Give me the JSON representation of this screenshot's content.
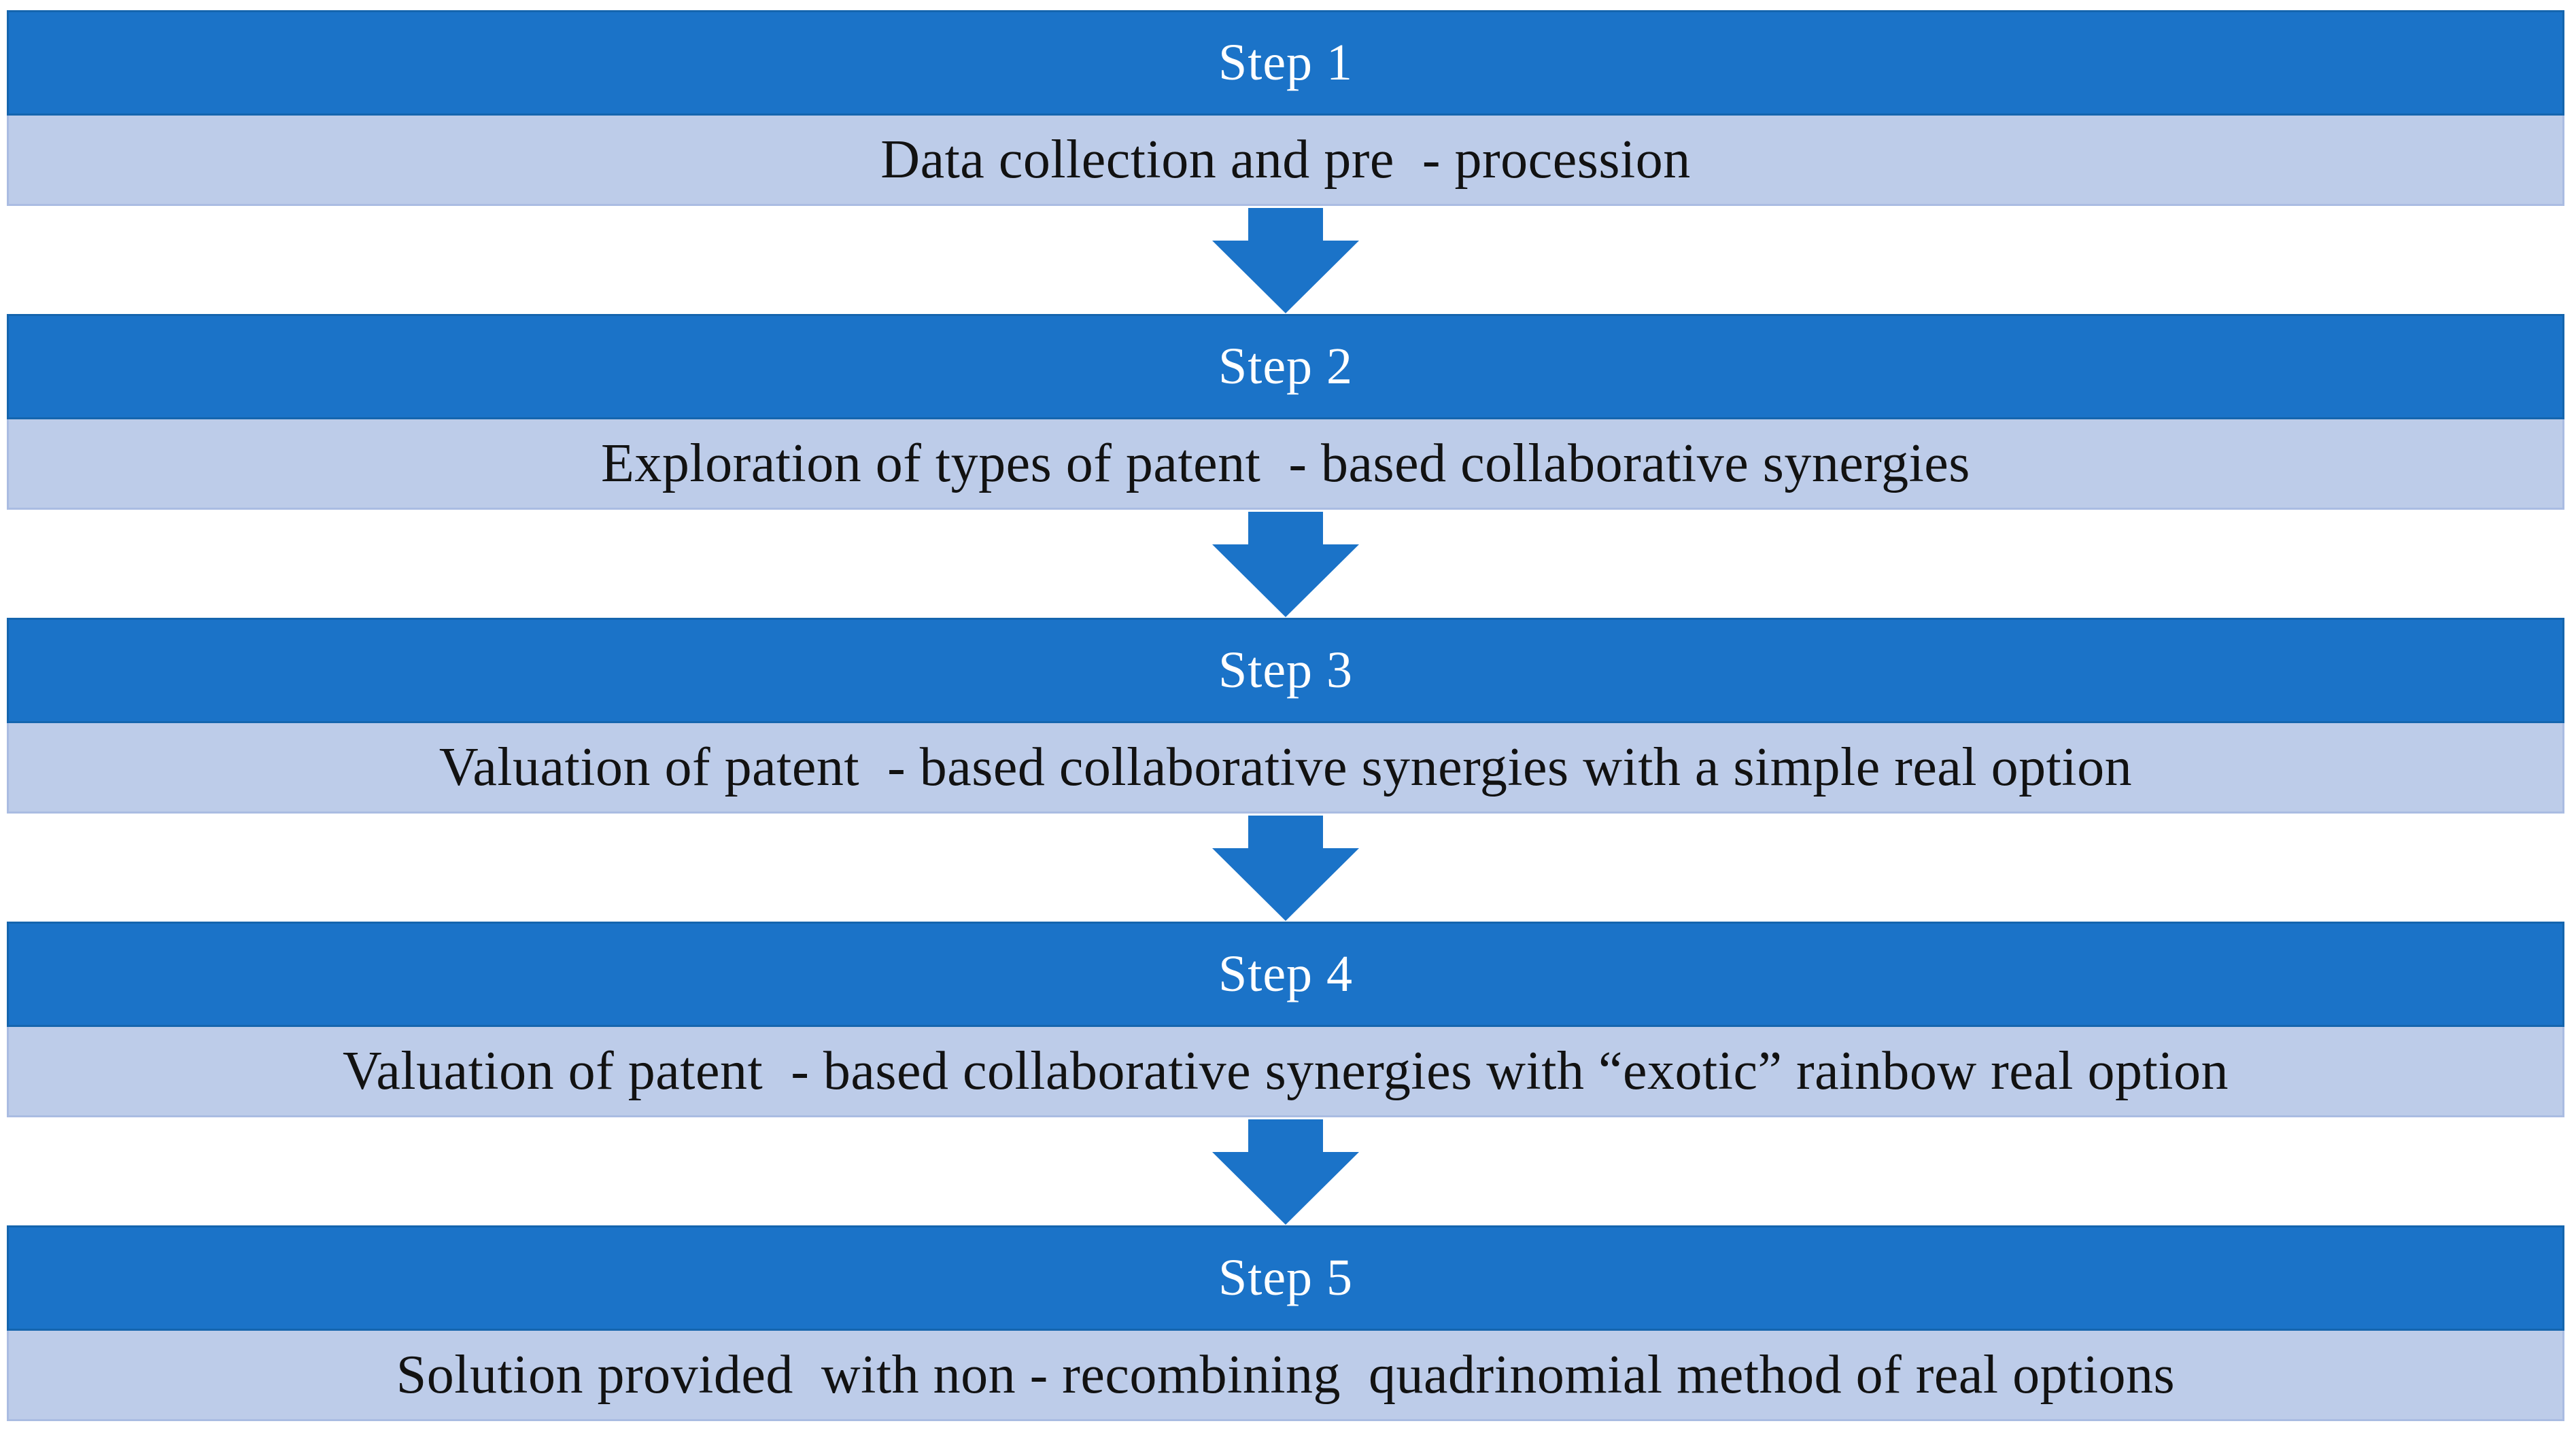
{
  "colors": {
    "header_bg": "#1b73c8",
    "header_border": "#1565ae",
    "body_bg": "#bdcce9",
    "body_border": "#aabce2",
    "header_text": "#ffffff",
    "body_text": "#121212",
    "arrow": "#1b73c8",
    "page_bg": "#ffffff"
  },
  "diagram": {
    "type": "vertical-step-flowchart",
    "connector_icon": "down-block-arrow",
    "steps": [
      {
        "label": "Step 1",
        "description": "Data collection and pre  - procession"
      },
      {
        "label": "Step 2",
        "description": "Exploration of types of patent  - based collaborative synergies"
      },
      {
        "label": "Step 3",
        "description": "Valuation of patent  - based collaborative synergies with a simple real option"
      },
      {
        "label": "Step 4",
        "description": "Valuation of patent  - based collaborative synergies with “exotic” rainbow real option"
      },
      {
        "label": "Step 5",
        "description": "Solution provided  with non - recombining  quadrinomial method of real options"
      }
    ]
  }
}
